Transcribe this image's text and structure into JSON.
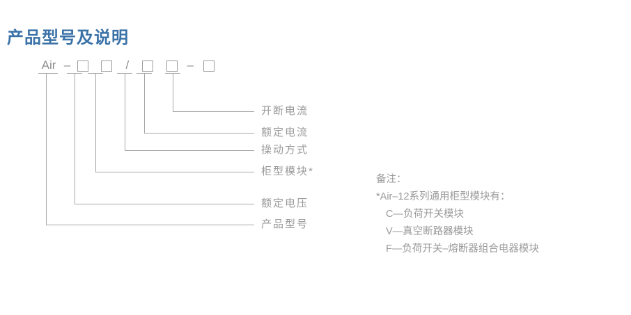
{
  "page": {
    "title": "产品型号及说明",
    "title_color": "#3a72a8",
    "line_color": "#a8a8a8",
    "text_color": "#9a9a9a",
    "background": "#ffffff"
  },
  "model_code": {
    "prefix": "Air",
    "dash1": "–",
    "slash": "/",
    "dash2": "–",
    "box_glyph": "□",
    "segments": [
      {
        "kind": "text",
        "value": "Air"
      },
      {
        "kind": "sep",
        "value": "–"
      },
      {
        "kind": "box",
        "value": "□"
      },
      {
        "kind": "box",
        "value": "□"
      },
      {
        "kind": "sep",
        "value": "/"
      },
      {
        "kind": "box",
        "value": "□"
      },
      {
        "kind": "box",
        "value": "□"
      },
      {
        "kind": "sep",
        "value": "–"
      },
      {
        "kind": "box",
        "value": "□"
      }
    ]
  },
  "leaders": [
    {
      "label": "开断电流"
    },
    {
      "label": "额定电流"
    },
    {
      "label": "操动方式"
    },
    {
      "label": "柜型模块*"
    },
    {
      "label": "额定电压"
    },
    {
      "label": "产品型号"
    }
  ],
  "notes": {
    "heading": "备注：",
    "lines": [
      "*Air–12系列通用柜型模块有：",
      "C—负荷开关模块",
      "V—真空断路器模块",
      "F—负荷开关–熔断器组合电器模块"
    ]
  }
}
